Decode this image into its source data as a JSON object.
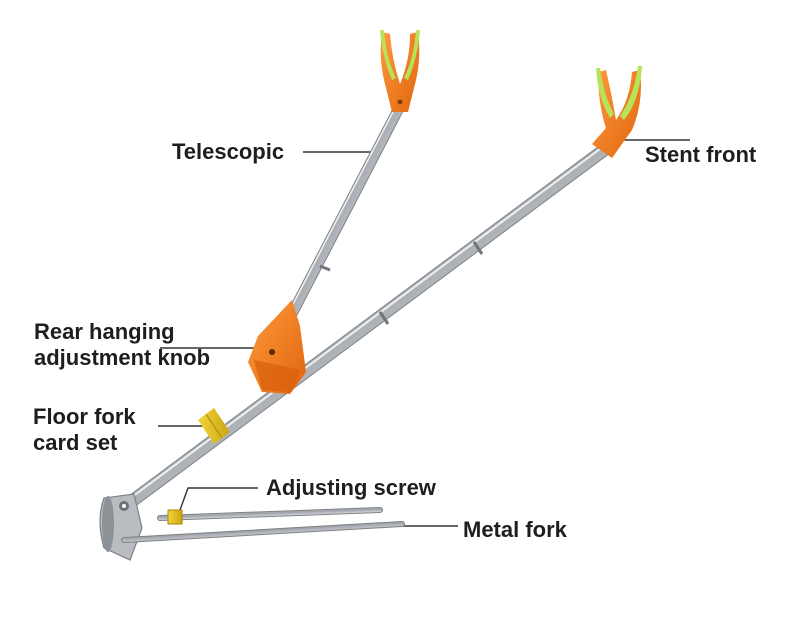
{
  "labels": {
    "telescopic": "Telescopic",
    "stent_front": "Stent front",
    "rear_knob_line1": "Rear hanging",
    "rear_knob_line2": "adjustment knob",
    "floor_fork_line1": "Floor fork",
    "floor_fork_line2": "card set",
    "adjusting_screw": "Adjusting screw",
    "metal_fork": "Metal fork"
  },
  "colors": {
    "orange": "#f07a1c",
    "green": "#b7e35b",
    "yellow": "#e6c21c",
    "steel": "#c9cdd1"
  }
}
